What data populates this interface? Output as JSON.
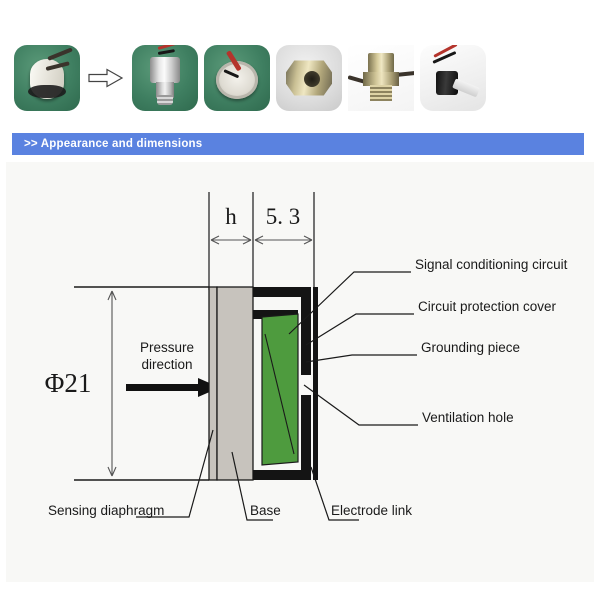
{
  "section": {
    "prefix": ">>",
    "title": "Appearance and dimensions",
    "header_label": ">> Appearance and dimensions",
    "accent_color": "#5a82e0",
    "text_color": "#ffffff"
  },
  "gallery": {
    "name": "product-photo-strip",
    "items": [
      {
        "id": "photo-ceramic-sensor-element",
        "caption": "",
        "background": "green",
        "alt_name": "ceramic-sensor-element"
      },
      {
        "id": "flow-arrow",
        "caption": "",
        "background": "none",
        "alt_name": "process-arrow"
      },
      {
        "id": "photo-assembled-stainless-sensor",
        "caption": "",
        "background": "green",
        "alt_name": "assembled-stainless-sensor"
      },
      {
        "id": "photo-sensor-top-view",
        "caption": "",
        "background": "green",
        "alt_name": "sensor-top-view-with-wires"
      },
      {
        "id": "photo-brass-port-bore",
        "caption": "",
        "background": "gray",
        "alt_name": "brass-pressure-port"
      },
      {
        "id": "photo-brass-hex-fitting",
        "caption": "",
        "background": "plain",
        "alt_name": "brass-hex-fitting"
      },
      {
        "id": "photo-black-connector",
        "caption": "",
        "background": "white",
        "alt_name": "black-connector-with-cable"
      }
    ]
  },
  "diagram": {
    "name": "sensor-cross-section",
    "dimensions": {
      "height_symbol": "h",
      "thickness_value": "5. 3",
      "diameter_value": "Φ21"
    },
    "flow_label": {
      "line1": "Pressure",
      "line2": "direction"
    },
    "callouts_right": [
      {
        "id": "callout-signal-conditioning-circuit",
        "label": "Signal conditioning circuit"
      },
      {
        "id": "callout-circuit-protection-cover",
        "label": "Circuit protection cover"
      },
      {
        "id": "callout-grounding-piece",
        "label": "Grounding piece"
      },
      {
        "id": "callout-ventilation-hole",
        "label": "Ventilation hole"
      }
    ],
    "callouts_bottom": [
      {
        "id": "callout-sensing-diaphragm",
        "label": "Sensing diaphragm"
      },
      {
        "id": "callout-base",
        "label": "Base"
      },
      {
        "id": "callout-electrode-link",
        "label": "Electrode link"
      }
    ],
    "colors": {
      "pcb_green": "#4e9b3e",
      "body_gray": "#c7c3bd",
      "cover_black": "#141414",
      "panel_background": "#f8f8f6",
      "line_color": "#1a1a1a"
    }
  }
}
